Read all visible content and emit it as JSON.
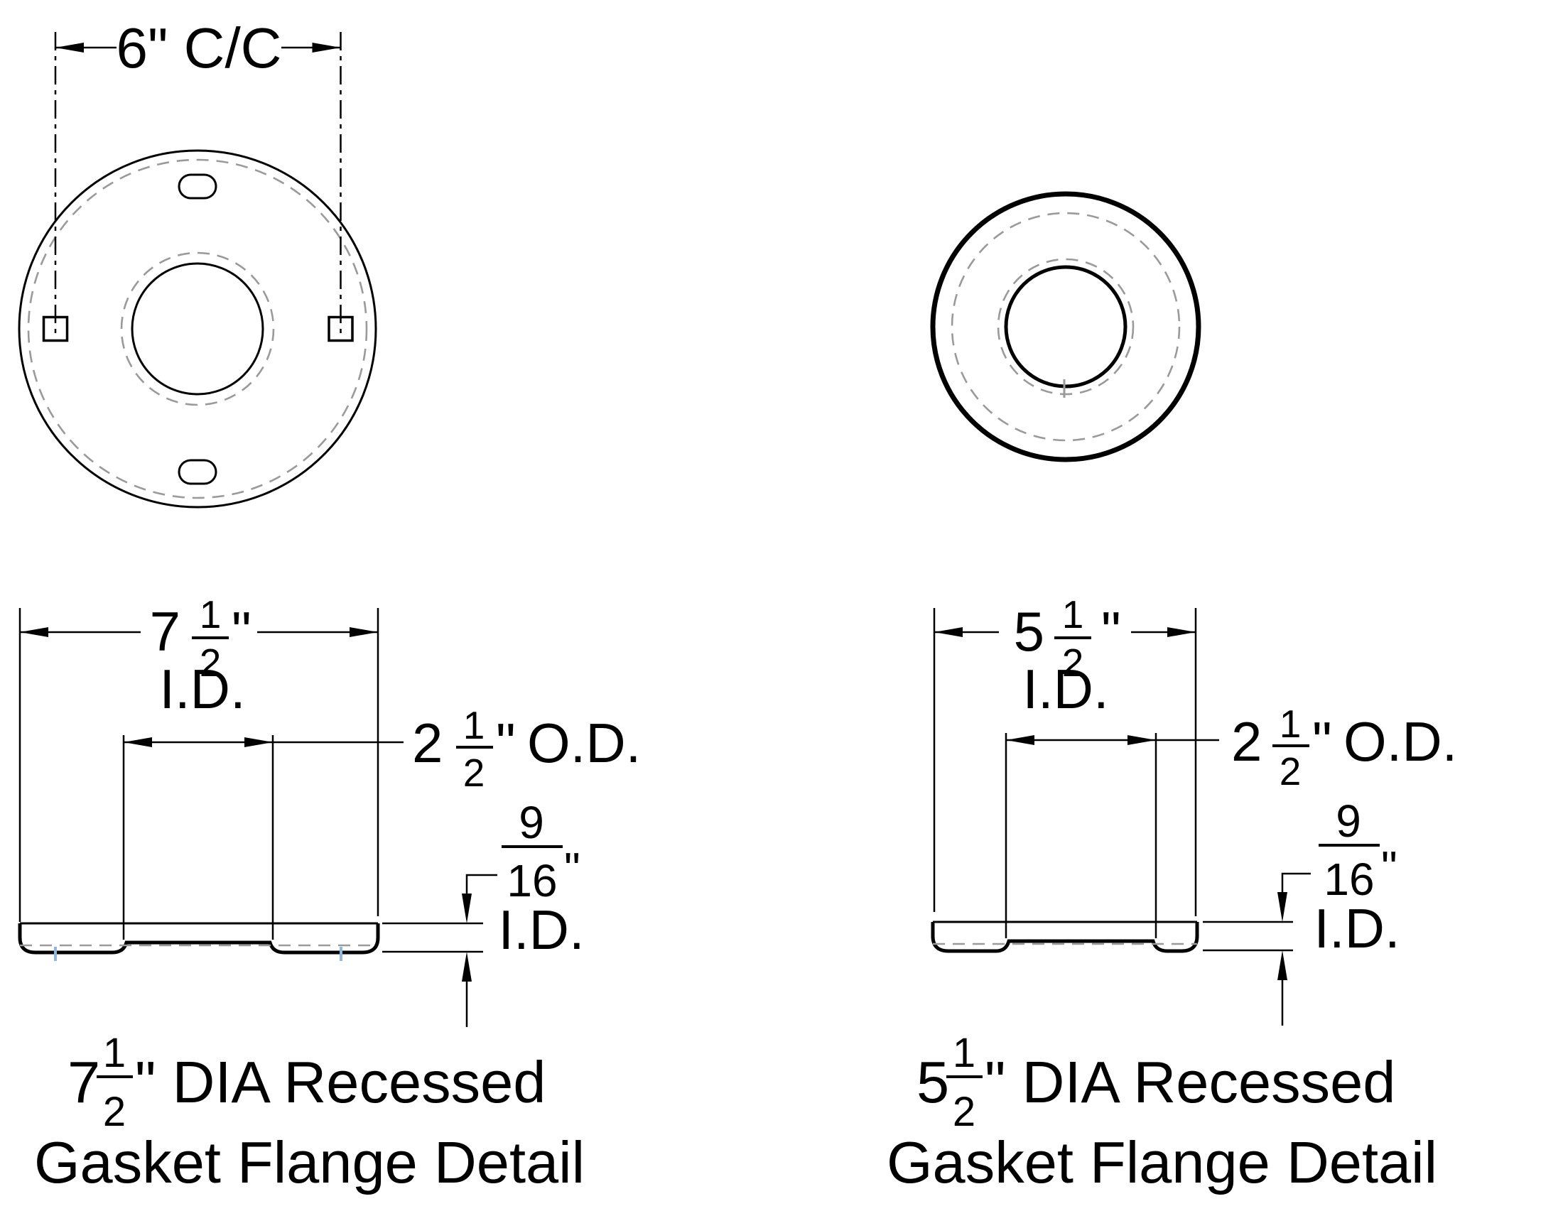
{
  "page": {
    "background": "#ffffff"
  },
  "colors": {
    "line": "#000000",
    "hidden_line": "#9a9a9a",
    "center_mark": "#8fb8dc"
  },
  "left_figure": {
    "bolt_cc_dimension": "6\" C/C",
    "id_dimension": {
      "whole": "7",
      "frac_num": "1",
      "frac_den": "2",
      "unit": "\"",
      "label": "I.D."
    },
    "od_dimension": {
      "whole": "2",
      "frac_num": "1",
      "frac_den": "2",
      "unit": "\"",
      "label": "O.D."
    },
    "depth_dimension": {
      "frac_num": "9",
      "frac_den": "16",
      "unit": "\"",
      "label": "I.D."
    },
    "caption": {
      "size_whole": "7",
      "size_num": "1",
      "size_den": "2",
      "line1_rest": "\" DIA Recessed",
      "line2": "Gasket Flange Detail"
    }
  },
  "right_figure": {
    "id_dimension": {
      "whole": "5",
      "frac_num": "1",
      "frac_den": "2",
      "unit": "\"",
      "label": "I.D."
    },
    "od_dimension": {
      "whole": "2",
      "frac_num": "1",
      "frac_den": "2",
      "unit": "\"",
      "label": "O.D."
    },
    "depth_dimension": {
      "frac_num": "9",
      "frac_den": "16",
      "unit": "\"",
      "label": "I.D."
    },
    "caption": {
      "size_whole": "5",
      "size_num": "1",
      "size_den": "2",
      "line1_rest": "\" DIA Recessed",
      "line2": "Gasket Flange Detail"
    }
  }
}
